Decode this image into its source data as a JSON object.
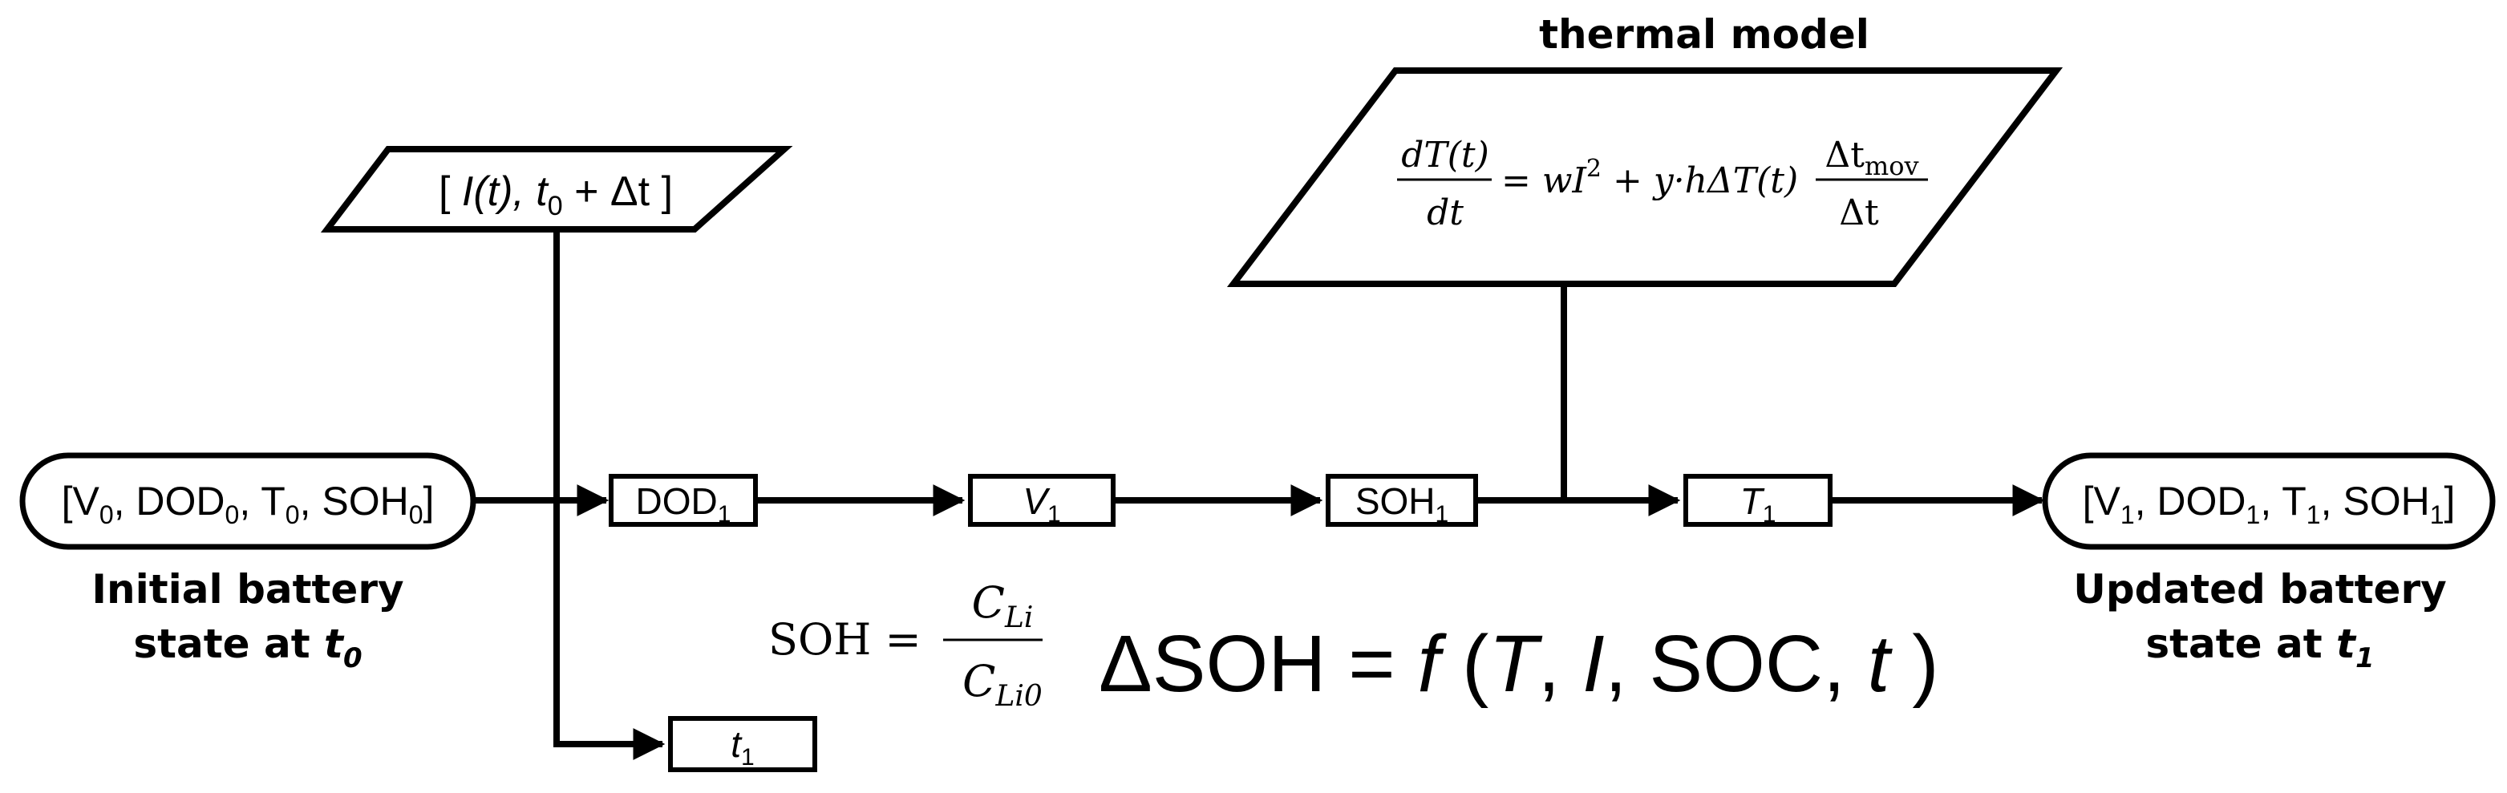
{
  "thermal_model": {
    "title": "thermal model",
    "equation": {
      "lhs_num": "dT(t)",
      "lhs_den": "dt",
      "rhs_main": "= wI",
      "rhs_exp": "2",
      "rhs_rest": " + y·hΔT(t)",
      "frac_num": "Δt",
      "frac_num_sub": "mov",
      "frac_den": "Δt"
    }
  },
  "input": {
    "open": "[ ",
    "i_t": "I(t), t",
    "sub": "0",
    "rest": " + Δt ]"
  },
  "initial_state": {
    "v": "[V",
    "v_sub": "0",
    "dod": ", DOD",
    "dod_sub": "0",
    "t": ", T",
    "t_sub": "0",
    "soh": ", SOH",
    "soh_sub": "0",
    "close": "]",
    "caption_line1": "Initial battery",
    "caption_line2": "state at ",
    "caption_var": "t",
    "caption_sub": "0"
  },
  "updated_state": {
    "v": "[V",
    "v_sub": "1",
    "dod": ", DOD",
    "dod_sub": "1",
    "t": ", T",
    "t_sub": "1",
    "soh": ", SOH",
    "soh_sub": "1",
    "close": "]",
    "caption_line1": "Updated battery",
    "caption_line2": "state at ",
    "caption_var": "t",
    "caption_sub": "1"
  },
  "boxes": {
    "dod": {
      "main": "DOD",
      "sub": "1"
    },
    "v": {
      "main": "V",
      "sub": "1"
    },
    "soh": {
      "main": "SOH",
      "sub": "1"
    },
    "t": {
      "main": "T",
      "sub": "1"
    },
    "t_time": {
      "main": "t",
      "sub": "1"
    }
  },
  "formulas": {
    "soh_def_lhs": "SOH =",
    "soh_num": "C",
    "soh_num_sub": "Li",
    "soh_den": "C",
    "soh_den_sub": "Li0",
    "delta_soh_prefix": "ΔSOH = ",
    "delta_f": "f",
    "delta_open": " (",
    "delta_T": "T",
    "delta_c1": ", ",
    "delta_I": "I",
    "delta_c2": ", SOC, ",
    "delta_t": "t",
    "delta_close": " )"
  }
}
